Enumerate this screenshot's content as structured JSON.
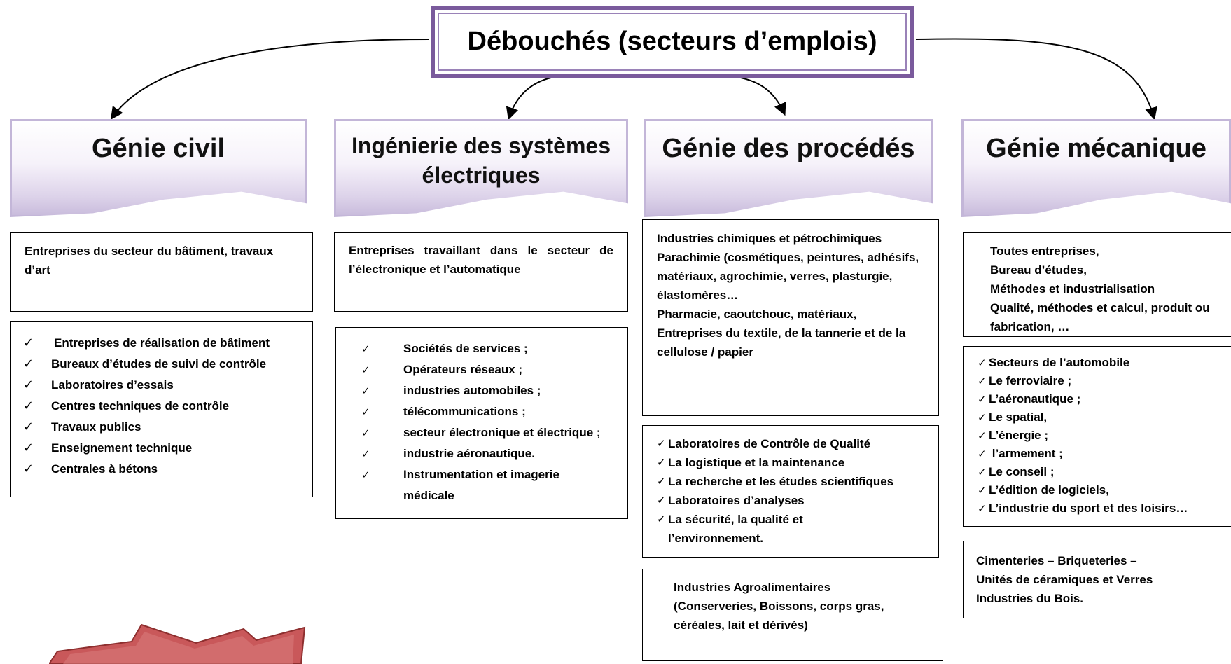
{
  "title": "Débouchés (secteurs d’emplois)",
  "colors": {
    "title_border": "#7a5a9c",
    "banner_border": "#c3b6d8",
    "banner_gradient_bottom": "#c9bcdc",
    "starburst_fill": "#c9585a",
    "starburst_stroke": "#8e2f2f"
  },
  "check_symbol": "✓",
  "columns": [
    {
      "heading": [
        "Génie civil"
      ],
      "description": [
        "Entreprises du secteur du bâtiment, travaux d’art"
      ],
      "items": [
        "Entreprises de réalisation de bâtiment",
        "Bureaux d’études de suivi de contrôle",
        "Laboratoires d’essais",
        "Centres techniques de contrôle",
        "Travaux publics",
        "Enseignement technique",
        "Centrales à bétons"
      ]
    },
    {
      "heading": [
        "Ingénierie des systèmes",
        "électriques"
      ],
      "description": [
        "Entreprises travaillant dans le secteur de l’électronique et l’automatique"
      ],
      "items": [
        "Sociétés de services ;",
        "Opérateurs réseaux ;",
        "industries automobiles ;",
        "télécommunications ;",
        "secteur électronique et électrique ;",
        "industrie aéronautique.",
        "Instrumentation et imagerie médicale"
      ]
    },
    {
      "heading": [
        "Génie des procédés"
      ],
      "description": [
        "Industries chimiques et pétrochimiques",
        "Parachimie (cosmétiques, peintures, adhésifs, matériaux, agrochimie, verres, plasturgie, élastomères…",
        "Pharmacie, caoutchouc, matériaux, Entreprises du textile, de la tannerie et de la cellulose / papier"
      ],
      "items": [
        "Laboratoires de Contrôle de Qualité",
        "La logistique et la maintenance",
        "La recherche et les études scientifiques",
        "Laboratoires d’analyses",
        "La sécurité, la qualité et l’environnement."
      ],
      "extra": [
        "Industries Agroalimentaires",
        "(Conserveries, Boissons, corps gras, céréales, lait et dérivés)"
      ]
    },
    {
      "heading": [
        "Génie mécanique"
      ],
      "description": [
        "Toutes entreprises,",
        "Bureau d’études,",
        "Méthodes et industrialisation",
        "Qualité, méthodes et calcul, produit ou fabrication, …"
      ],
      "items": [
        "Secteurs de l’automobile",
        "Le ferroviaire ;",
        "L’aéronautique ;",
        "Le spatial,",
        "L’énergie ;",
        " l’armement ;",
        "Le conseil ;",
        "L’édition de logiciels,",
        "L’industrie du sport et des loisirs…"
      ],
      "extra": [
        "Cimenteries – Briqueteries –",
        "Unités de céramiques et Verres",
        "Industries du Bois."
      ]
    }
  ]
}
